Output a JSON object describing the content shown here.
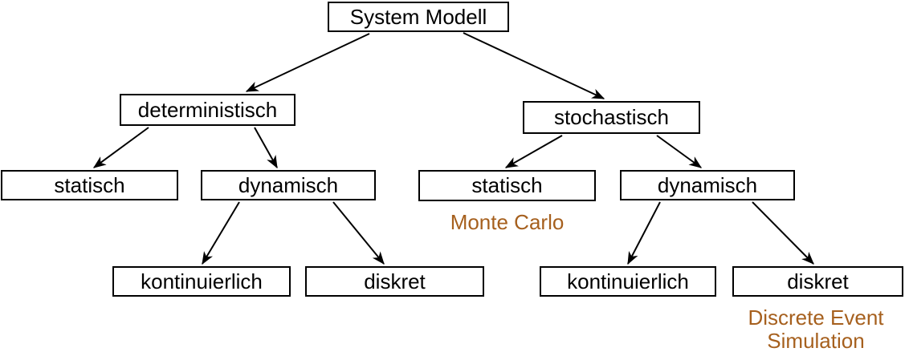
{
  "diagram": {
    "title": "System Modell",
    "nodes": {
      "system_modell": "System Modell",
      "deterministisch": "deterministisch",
      "stochastisch": "stochastisch",
      "det_statisch": "statisch",
      "det_dynamisch": "dynamisch",
      "sto_statisch": "statisch",
      "sto_dynamisch": "dynamisch",
      "det_kontinuierlich": "kontinuierlich",
      "det_diskret": "diskret",
      "sto_kontinuierlich": "kontinuierlich",
      "sto_diskret": "diskret"
    },
    "annotations": {
      "monte_carlo": "Monte Carlo",
      "discrete_event": {
        "line1": "Discrete Event",
        "line2": "Simulation"
      }
    },
    "edges": [
      [
        "system_modell",
        "deterministisch"
      ],
      [
        "system_modell",
        "stochastisch"
      ],
      [
        "deterministisch",
        "det_statisch"
      ],
      [
        "deterministisch",
        "det_dynamisch"
      ],
      [
        "stochastisch",
        "sto_statisch"
      ],
      [
        "stochastisch",
        "sto_dynamisch"
      ],
      [
        "det_dynamisch",
        "det_kontinuierlich"
      ],
      [
        "det_dynamisch",
        "det_diskret"
      ],
      [
        "sto_dynamisch",
        "sto_kontinuierlich"
      ],
      [
        "sto_dynamisch",
        "sto_diskret"
      ]
    ],
    "colors": {
      "node_border": "#000000",
      "node_fill": "#FFFFFF",
      "arrow": "#000000",
      "annotation_text": "#A6601E",
      "background": "#FFFFFF"
    }
  }
}
